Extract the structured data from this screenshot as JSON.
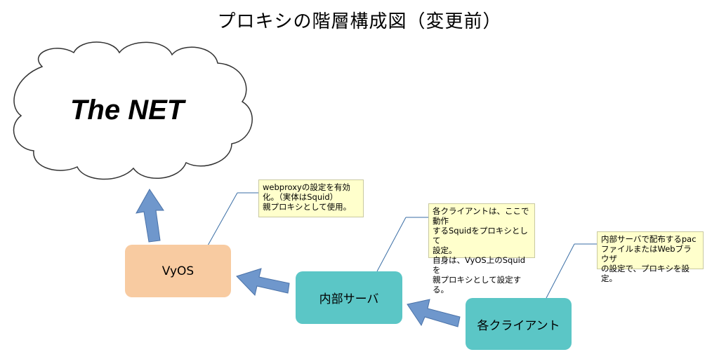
{
  "title": "プロキシの階層構成図（変更前）",
  "cloud": {
    "label": "The NET"
  },
  "nodes": {
    "vyos": {
      "label": "VyOS",
      "color": "#f8cba1"
    },
    "internal_server": {
      "label": "内部サーバ",
      "color": "#5bc6c6"
    },
    "clients": {
      "label": "各クライアント",
      "color": "#5bc6c6"
    }
  },
  "notes": {
    "vyos_note": "webproxyの設定を有効\n化。（実体はSquid）\n親プロキシとして使用。",
    "server_note": "各クライアントは、ここで動作\nするSquidをプロキシとして\n設定。\n自身は、VyOS上のSquidを\n親プロキシとして設定する。",
    "client_note": "内部サーバで配布するpac\nファイルまたはWebブラウザ\nの設定で、プロキシを設定。"
  },
  "colors": {
    "arrow": "#6f97cc",
    "arrow_stroke": "#4a72a8",
    "callout_line": "#3a6ea5"
  }
}
